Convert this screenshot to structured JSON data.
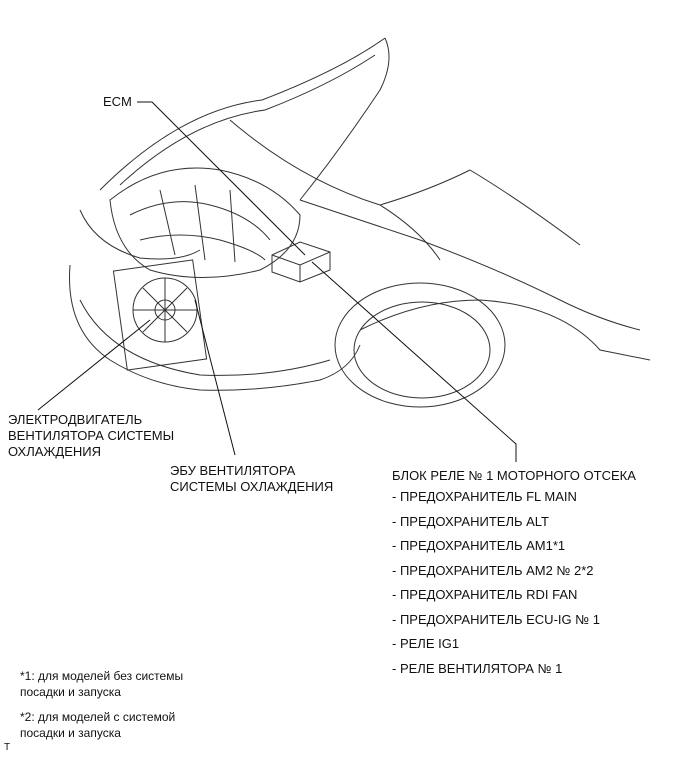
{
  "labels": {
    "ecm": "ECM",
    "fan_motor": [
      "ЭЛЕКТРОДВИГАТЕЛЬ",
      "ВЕНТИЛЯТОРА СИСТЕМЫ",
      "ОХЛАЖДЕНИЯ"
    ],
    "fan_ecu": [
      "ЭБУ ВЕНТИЛЯТОРА",
      "СИСТЕМЫ ОХЛАЖДЕНИЯ"
    ],
    "relay_block": "БЛОК РЕЛЕ № 1 МОТОРНОГО ОТСЕКА"
  },
  "relay_items": [
    "- ПРЕДОХРАНИТЕЛЬ FL MAIN",
    "- ПРЕДОХРАНИТЕЛЬ ALT",
    "- ПРЕДОХРАНИТЕЛЬ AM1*1",
    "- ПРЕДОХРАНИТЕЛЬ AM2 № 2*2",
    "- ПРЕДОХРАНИТЕЛЬ RDI FAN",
    "- ПРЕДОХРАНИТЕЛЬ ECU-IG № 1",
    "- РЕЛЕ IG1",
    "- РЕЛЕ ВЕНТИЛЯТОРА № 1"
  ],
  "footnotes": [
    [
      "*1: для моделей без системы",
      "посадки и запуска"
    ],
    [
      "*2: для моделей с системой",
      "посадки и запуска"
    ]
  ],
  "corner_mark": "T"
}
